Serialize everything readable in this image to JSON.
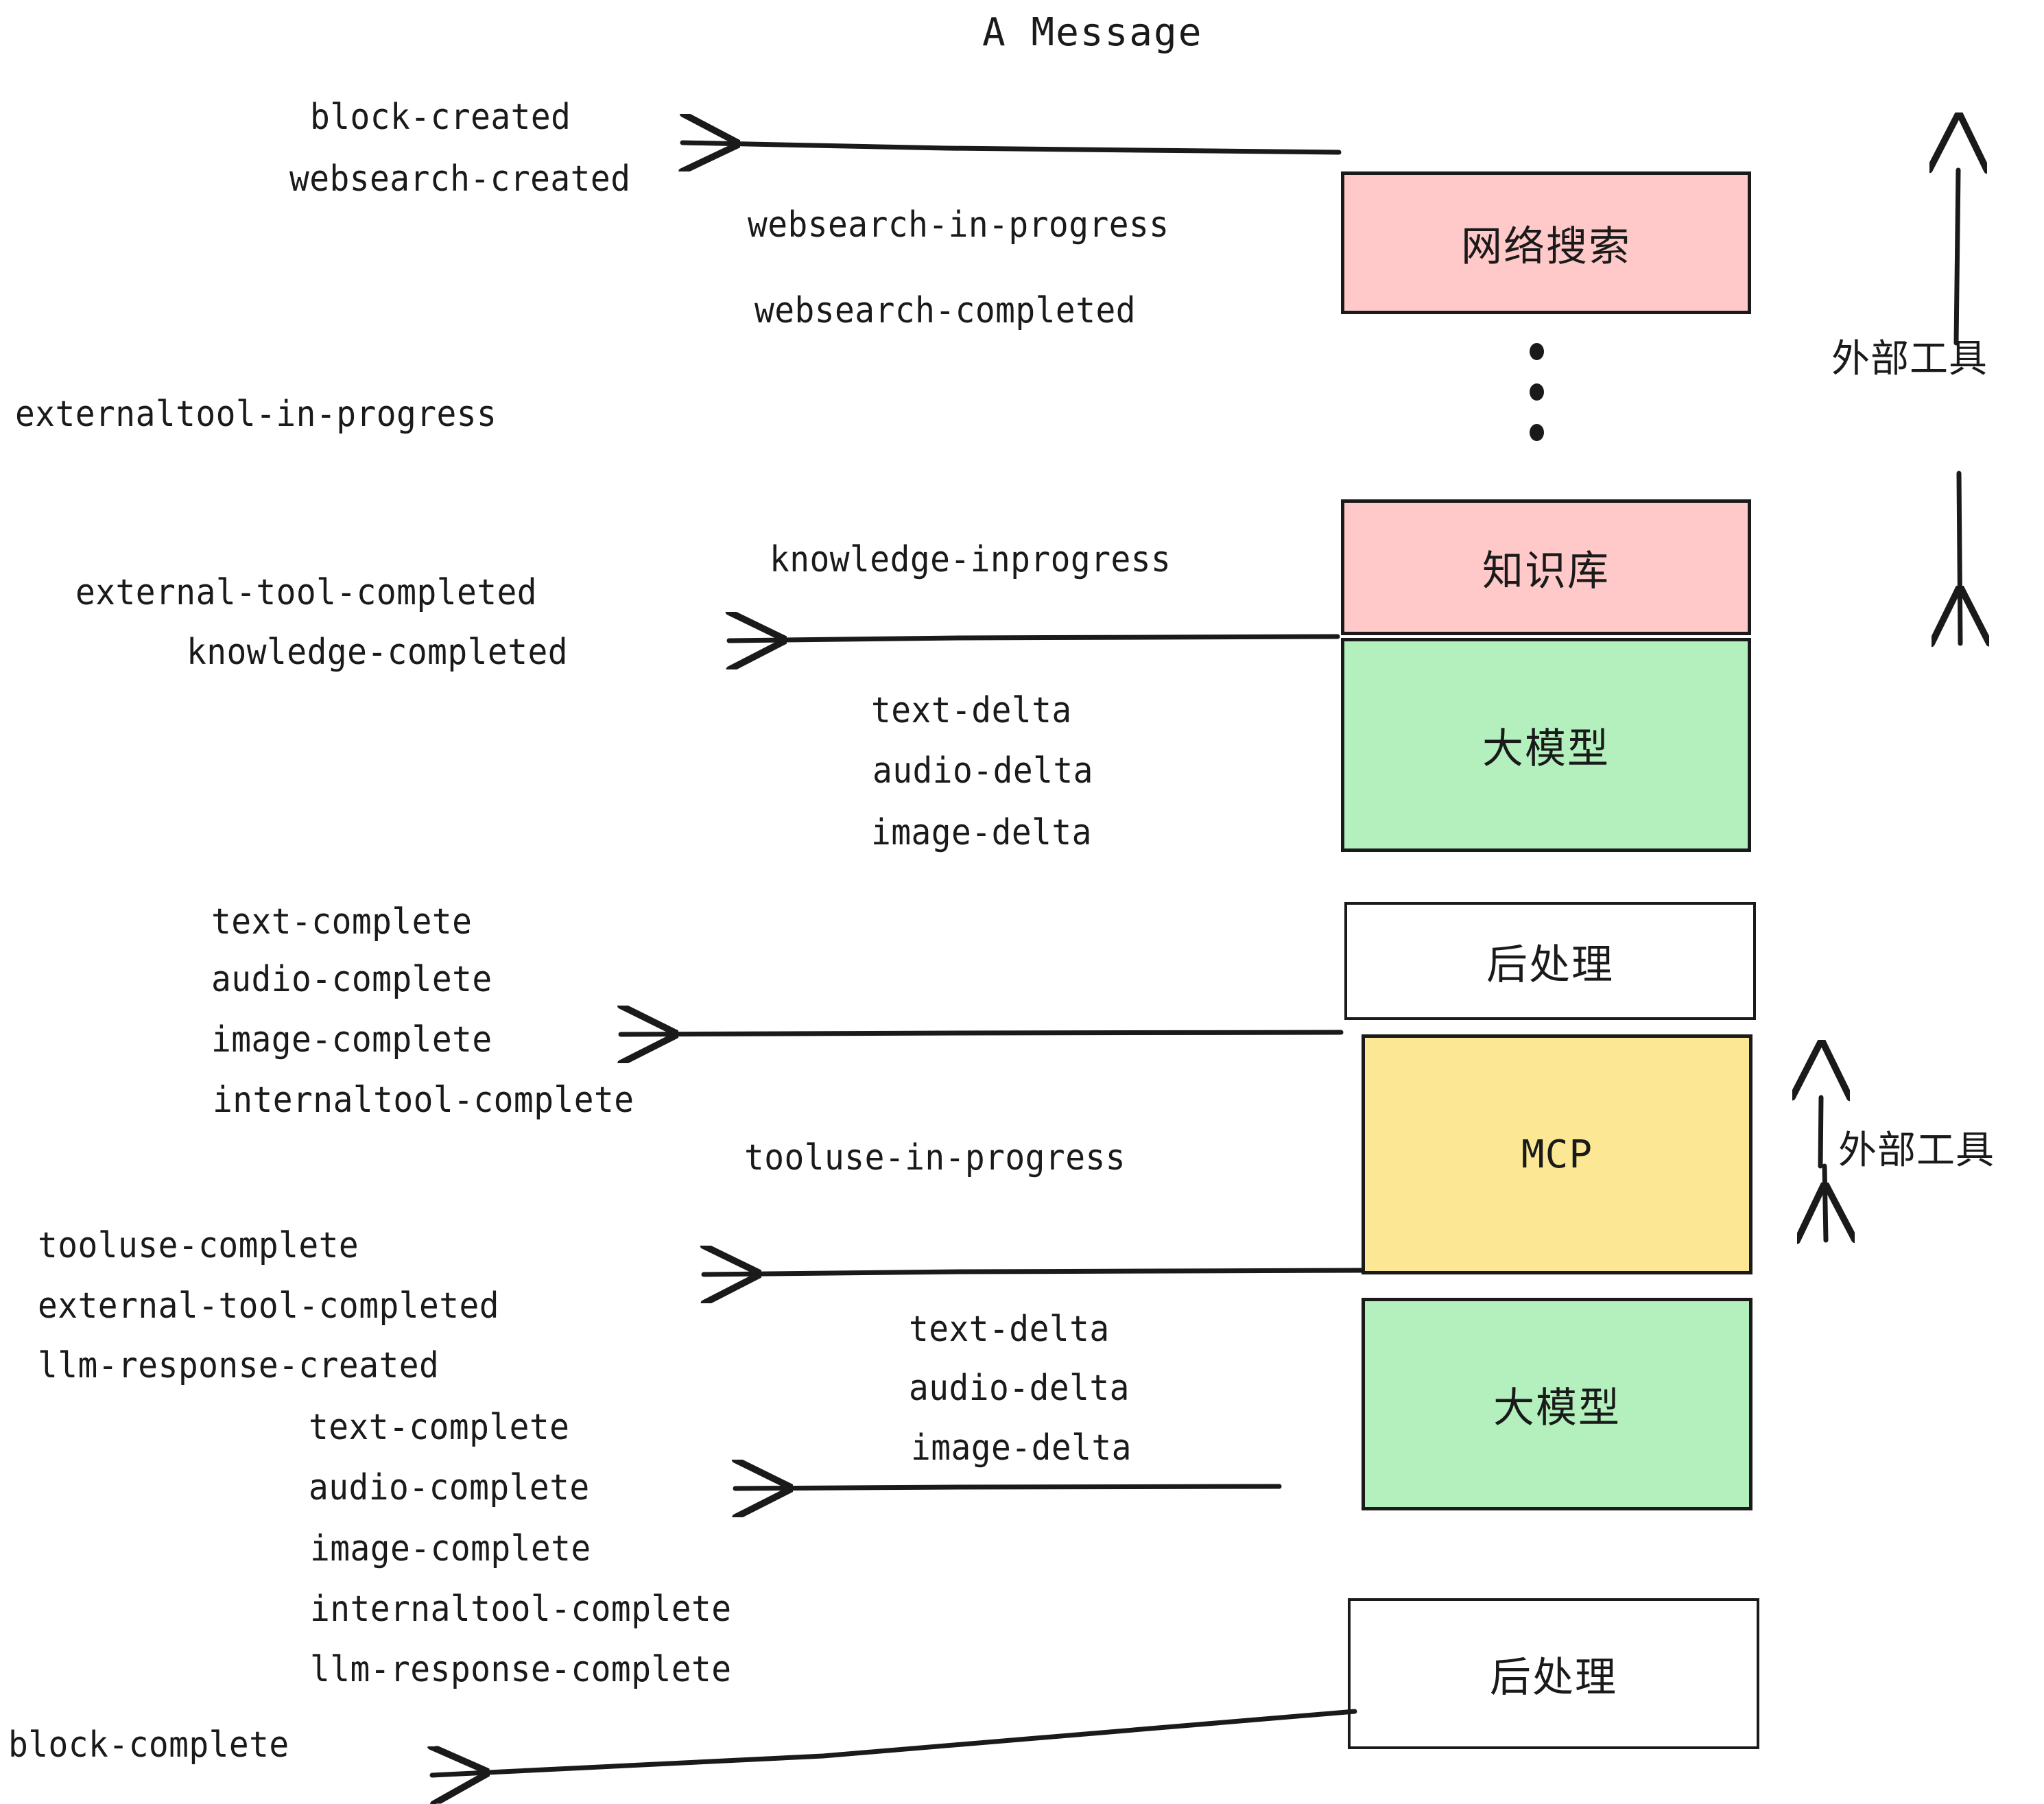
{
  "title": "A Message",
  "colors": {
    "pink": "#FFC9C9",
    "green": "#B3F0BE",
    "yellow": "#FCE894",
    "white": "#FFFFFF",
    "stroke": "#1A1A1A"
  },
  "boxes": [
    {
      "id": "websearch",
      "label": "网络搜索",
      "fill": "#FFC9C9"
    },
    {
      "id": "knowledge",
      "label": "知识库",
      "fill": "#FFC9C9"
    },
    {
      "id": "llm-1",
      "label": "大模型",
      "fill": "#B3F0BE"
    },
    {
      "id": "postprocess-1",
      "label": "后处理",
      "fill": "#FFFFFF"
    },
    {
      "id": "mcp",
      "label": "MCP",
      "fill": "#FCE894"
    },
    {
      "id": "llm-2",
      "label": "大模型",
      "fill": "#B3F0BE"
    },
    {
      "id": "postprocess-2",
      "label": "后处理",
      "fill": "#FFFFFF"
    }
  ],
  "side_labels": {
    "external_tools_top": "外部工具",
    "external_tools_bottom": "外部工具"
  },
  "events": {
    "block_created": "block-created",
    "websearch_created": "websearch-created",
    "websearch_in_progress": "websearch-in-progress",
    "websearch_completed": "websearch-completed",
    "externaltool_in_progress": "externaltool-in-progress",
    "knowledge_inprogress": "knowledge-inprogress",
    "external_tool_completed_1": "external-tool-completed",
    "knowledge_completed": "knowledge-completed",
    "text_delta_1": "text-delta",
    "audio_delta_1": "audio-delta",
    "image_delta_1": "image-delta",
    "text_complete_1": "text-complete",
    "audio_complete_1": "audio-complete",
    "image_complete_1": "image-complete",
    "internaltool_complete_1": "internaltool-complete",
    "tooluse_in_progress": "tooluse-in-progress",
    "tooluse_complete": "tooluse-complete",
    "external_tool_completed_2": "external-tool-completed",
    "llm_response_created": "llm-response-created",
    "text_delta_2": "text-delta",
    "audio_delta_2": "audio-delta",
    "image_delta_2": "image-delta",
    "text_complete_2": "text-complete",
    "audio_complete_2": "audio-complete",
    "image_complete_2": "image-complete",
    "internaltool_complete_2": "internaltool-complete",
    "llm_response_complete": "llm-response-complete",
    "block_complete": "block-complete"
  }
}
